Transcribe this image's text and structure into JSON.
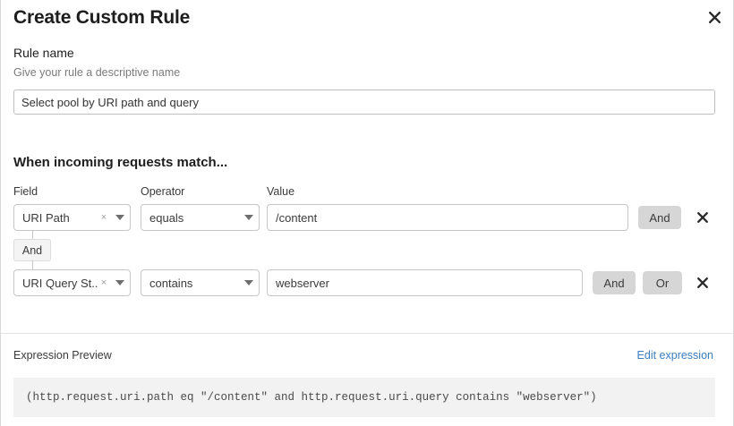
{
  "dialog": {
    "title": "Create Custom Rule",
    "close_icon": "close-icon"
  },
  "rule_name": {
    "label": "Rule name",
    "help": "Give your rule a descriptive name",
    "value": "Select pool by URI path and query",
    "placeholder": "Select pool by URI path and query"
  },
  "conditions": {
    "heading": "When incoming requests match...",
    "columns": {
      "field": "Field",
      "operator": "Operator",
      "value": "Value"
    },
    "connector": {
      "label": "And"
    },
    "rows": [
      {
        "field": "URI Path",
        "field_clear_icon": "×",
        "field_caret_icon": "chevron-down-icon",
        "operator": "equals",
        "operator_caret_icon": "chevron-down-icon",
        "value": "/content",
        "buttons": [
          "And"
        ],
        "remove_icon": "close-icon"
      },
      {
        "field": "URI Query St...",
        "field_clear_icon": "×",
        "field_caret_icon": "chevron-down-icon",
        "operator": "contains",
        "operator_caret_icon": "chevron-down-icon",
        "value": "webserver",
        "buttons": [
          "And",
          "Or"
        ],
        "remove_icon": "close-icon"
      }
    ]
  },
  "expression_preview": {
    "label": "Expression Preview",
    "edit_link": "Edit expression",
    "code": "(http.request.uri.path eq \"/content\" and http.request.uri.query contains \"webserver\")"
  },
  "colors": {
    "link": "#3b7dbd",
    "button_gray": "#d6d6d6",
    "preview_bg": "#f2f2f2",
    "border": "#c6c6c6"
  }
}
